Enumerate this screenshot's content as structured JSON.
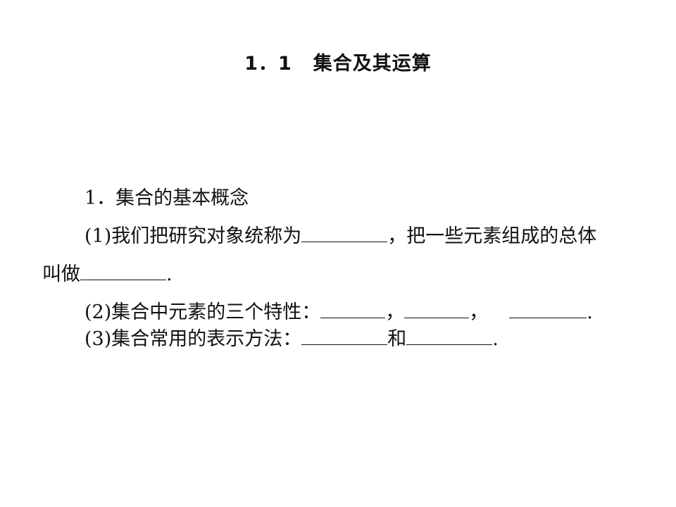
{
  "title": {
    "number": "1．1",
    "text": "集合及其运算"
  },
  "section": {
    "heading": "1．集合的基本概念"
  },
  "items": {
    "item1": {
      "prefix": "(1)我们把研究对象统称为",
      "middle": "，把一些元素组成的总体",
      "continuation": "叫做",
      "end": "."
    },
    "item2": {
      "prefix": "(2)集合中元素的三个特性：",
      "sep1": "，",
      "sep2": "，",
      "end": "."
    },
    "item3": {
      "prefix": "(3)集合常用的表示方法：",
      "middle": "和",
      "end": "."
    }
  }
}
